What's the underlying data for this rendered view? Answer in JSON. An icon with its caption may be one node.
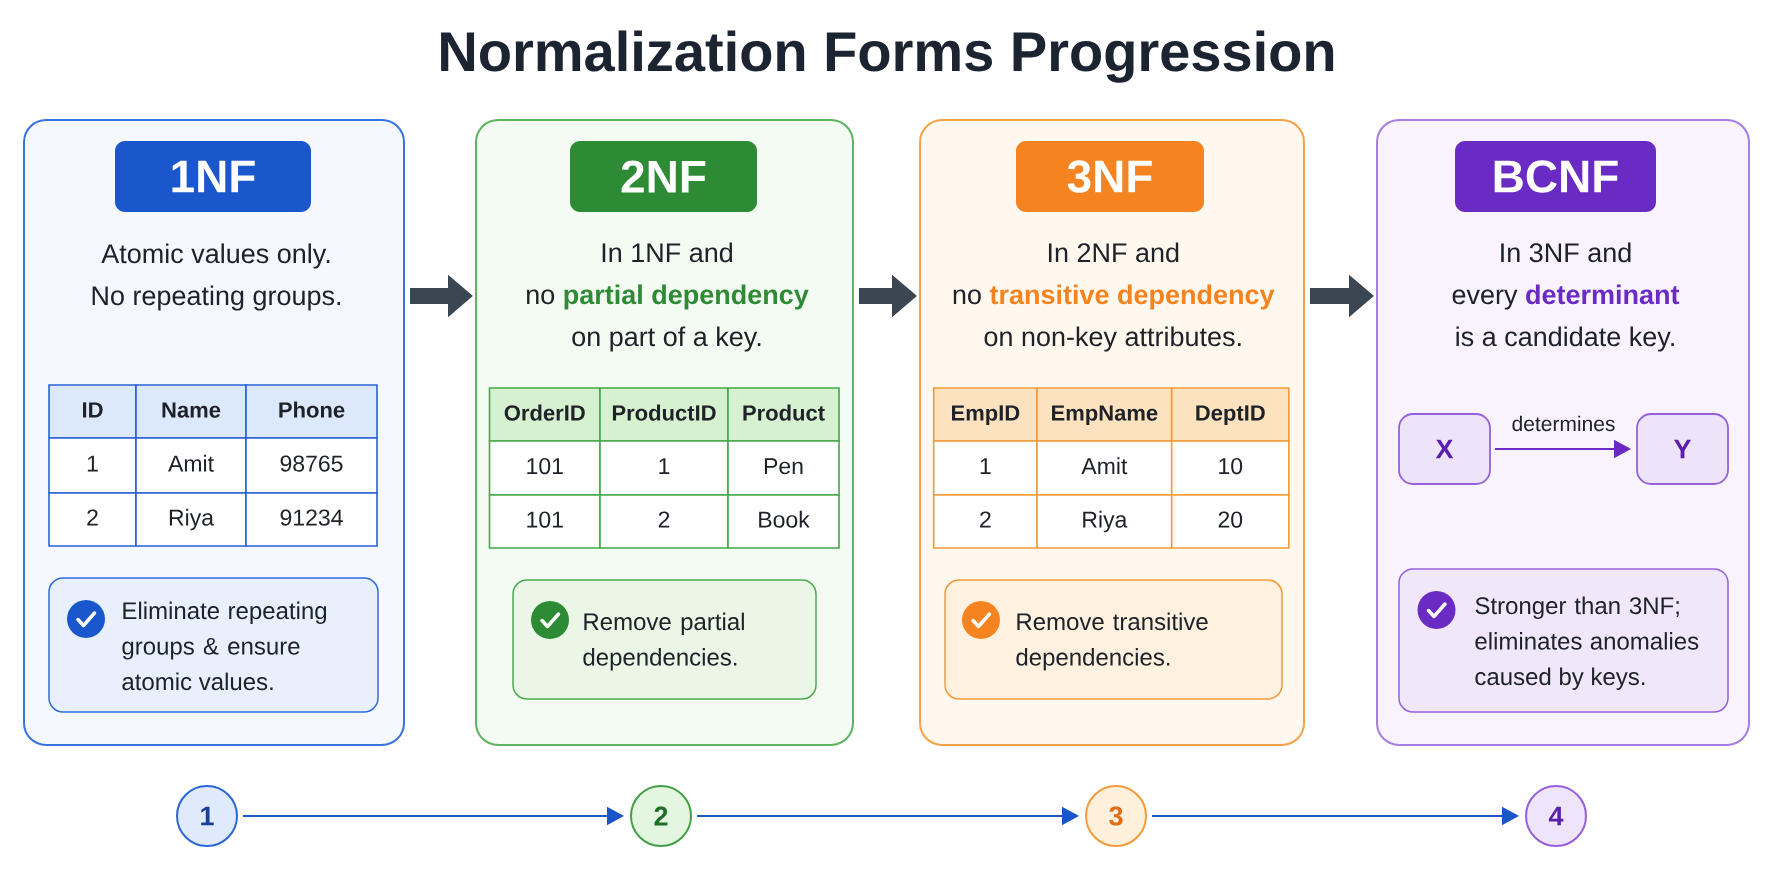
{
  "diagram": {
    "title": "Normalization Forms Progression",
    "nodes": [
      {
        "text": [
          "Atomic values only. No repeating groups."
        ]
      },
      {
        "text": [
          "1NF"
        ],
        "in": 0
      },
      {
        "text": [
          "Eliminate repeating groups & ensure atomic values."
        ],
        "in": 0
      },
      {
        "text": [
          "In 1NF and no **partial dependency** on part of a key."
        ]
      },
      {
        "text": [
          "2NF"
        ],
        "in": 3
      },
      {
        "text": [
          "Remove partial dependencies."
        ],
        "in": 3
      },
      {
        "text": [
          "In 2NF and no **transitive dependency** on non-key attributes."
        ]
      },
      {
        "text": [
          "3NF"
        ],
        "in": 6
      },
      {
        "text": [
          "Remove transitive dependencies."
        ],
        "in": 6
      },
      {
        "text": [
          "In 3NF and every **determinant** is a candidate key."
        ]
      },
      {
        "text": [
          "BCNF"
        ],
        "in": 9
      },
      {
        "text": [
          "X"
        ],
        "in": 9
      },
      {
        "text": [
          "Y"
        ],
        "in": 9
      },
      {
        "text": [
          "Stronger than 3NF; eliminates anomalies caused by keys."
        ],
        "in": 9
      },
      {
        "text": [
          "1"
        ]
      },
      {
        "text": [
          "2"
        ]
      },
      {
        "text": [
          "3"
        ]
      },
      {
        "text": [
          "4"
        ]
      }
    ],
    "edges": [
      {
        "from": 0,
        "to": 3,
        "arrow": "to",
        "style": "thick"
      },
      {
        "from": 3,
        "to": 6,
        "arrow": "to",
        "style": "thick"
      },
      {
        "from": 6,
        "to": 9,
        "arrow": "to",
        "style": "thick"
      },
      {
        "from": 11,
        "to": 12,
        "arrow": "to",
        "label": "determines",
        "color": "#6a2bc4"
      },
      {
        "from": 14,
        "to": 15,
        "arrow": "to",
        "color": "#1a56c8"
      },
      {
        "from": 15,
        "to": 16,
        "arrow": "to",
        "color": "#1a56c8"
      },
      {
        "from": 16,
        "to": 17,
        "arrow": "to",
        "color": "#1a56c8"
      }
    ],
    "labels": [
      "ID",
      "Name",
      "Phone",
      "1",
      "Amit",
      "98765",
      "2",
      "Riya",
      "91234",
      "OrderID",
      "ProductID",
      "Product",
      "101",
      "1",
      "Pen",
      "101",
      "2",
      "Book",
      "EmpID",
      "EmpName",
      "DeptID",
      "1",
      "Amit",
      "10",
      "2",
      "Riya",
      "20"
    ]
  }
}
